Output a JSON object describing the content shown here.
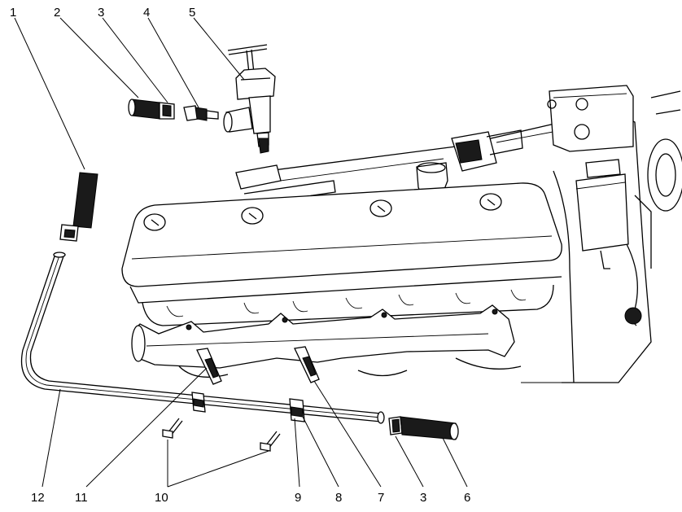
{
  "callouts": {
    "c1": "1",
    "c2": "2",
    "c3_top": "3",
    "c4": "4",
    "c5": "5",
    "c12": "12",
    "c11": "11",
    "c10": "10",
    "c9": "9",
    "c8": "8",
    "c7": "7",
    "c3_bottom": "3",
    "c6": "6"
  }
}
